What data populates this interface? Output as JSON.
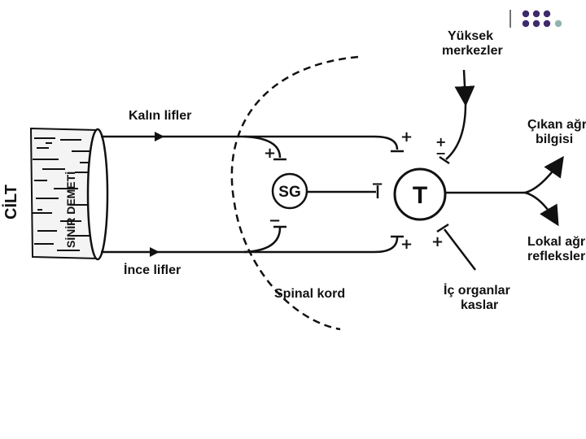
{
  "diagram": {
    "skin_label": "CİLT",
    "nerve_bundle_label": "SİNİR DEMETİ",
    "thick_fibers_label": "Kalın lifler",
    "thin_fibers_label": "İnce lifler",
    "spinal_cord_label": "Spinal kord",
    "sg_label": "SG",
    "t_label": "T",
    "higher_centers_label": [
      "Yüksek",
      "merkezler"
    ],
    "visceral_label": [
      "İç organlar",
      "kaslar"
    ],
    "ascending_pain_label": [
      "Çıkan ağrı",
      "bilgisi"
    ],
    "local_reflex_label": [
      "Lokal ağrı",
      "refleksleri"
    ],
    "signs": {
      "sg_thick": "+",
      "sg_thin": "−",
      "t_thick": "+",
      "t_from_sg": "−",
      "t_higher": "+",
      "t_higher_minus": "−",
      "t_thin": "+",
      "t_visceral": "+"
    }
  },
  "corner_logo": {
    "colors": [
      "#3d2a6b",
      "#3d2a6b",
      "#3d2a6b",
      "#3d2a6b",
      "#3d2a6b",
      "#3d2a6b",
      "#3d2a6b",
      "#8fb3b0"
    ]
  }
}
